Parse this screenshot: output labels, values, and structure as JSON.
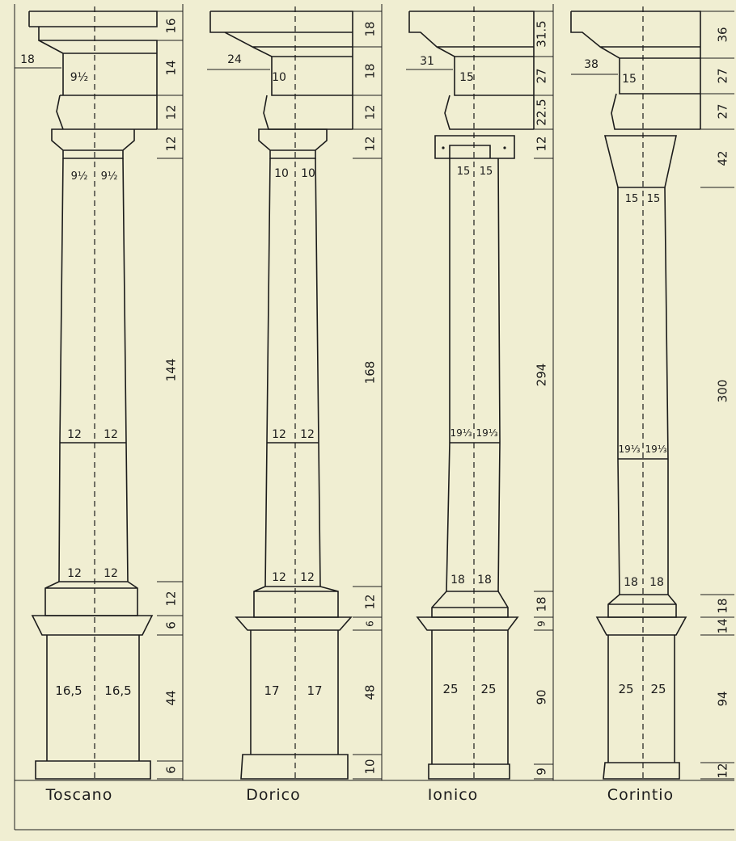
{
  "orders": [
    {
      "name": "Toscano",
      "widths": {
        "cornice_ext": "18",
        "neck": "9½",
        "top": [
          "9½",
          "9½"
        ],
        "mid": [
          "12",
          "12"
        ],
        "bottom": [
          "12",
          "12"
        ],
        "pedestal": [
          "16,5",
          "16,5"
        ]
      },
      "heights": [
        "16",
        "14",
        "12",
        "12",
        "144",
        "12",
        "6",
        "44",
        "6"
      ]
    },
    {
      "name": "Dorico",
      "widths": {
        "cornice_ext": "24",
        "neck": "10",
        "top": [
          "10",
          "10"
        ],
        "mid": [
          "12",
          "12"
        ],
        "bottom": [
          "12",
          "12"
        ],
        "pedestal": [
          "17",
          "17"
        ]
      },
      "heights": [
        "18",
        "18",
        "12",
        "12",
        "168",
        "12",
        "6",
        "48",
        "10"
      ]
    },
    {
      "name": "Ionico",
      "widths": {
        "cornice_ext": "31",
        "neck": "15",
        "top": [
          "15",
          "15"
        ],
        "mid": [
          "19⅓",
          "19⅓"
        ],
        "bottom": [
          "18",
          "18"
        ],
        "pedestal": [
          "25",
          "25"
        ]
      },
      "heights": [
        "31.5",
        "27",
        "22.5",
        "12",
        "294",
        "18",
        "9",
        "90",
        "9"
      ]
    },
    {
      "name": "Corintio",
      "widths": {
        "cornice_ext": "38",
        "neck": "15",
        "top": [
          "15",
          "15"
        ],
        "mid": [
          "19⅓",
          "19⅓"
        ],
        "bottom": [
          "18",
          "18"
        ],
        "pedestal": [
          "25",
          "25"
        ]
      },
      "heights": [
        "36",
        "27",
        "27",
        "42",
        "300",
        "18",
        "14",
        "94",
        "12"
      ]
    }
  ]
}
